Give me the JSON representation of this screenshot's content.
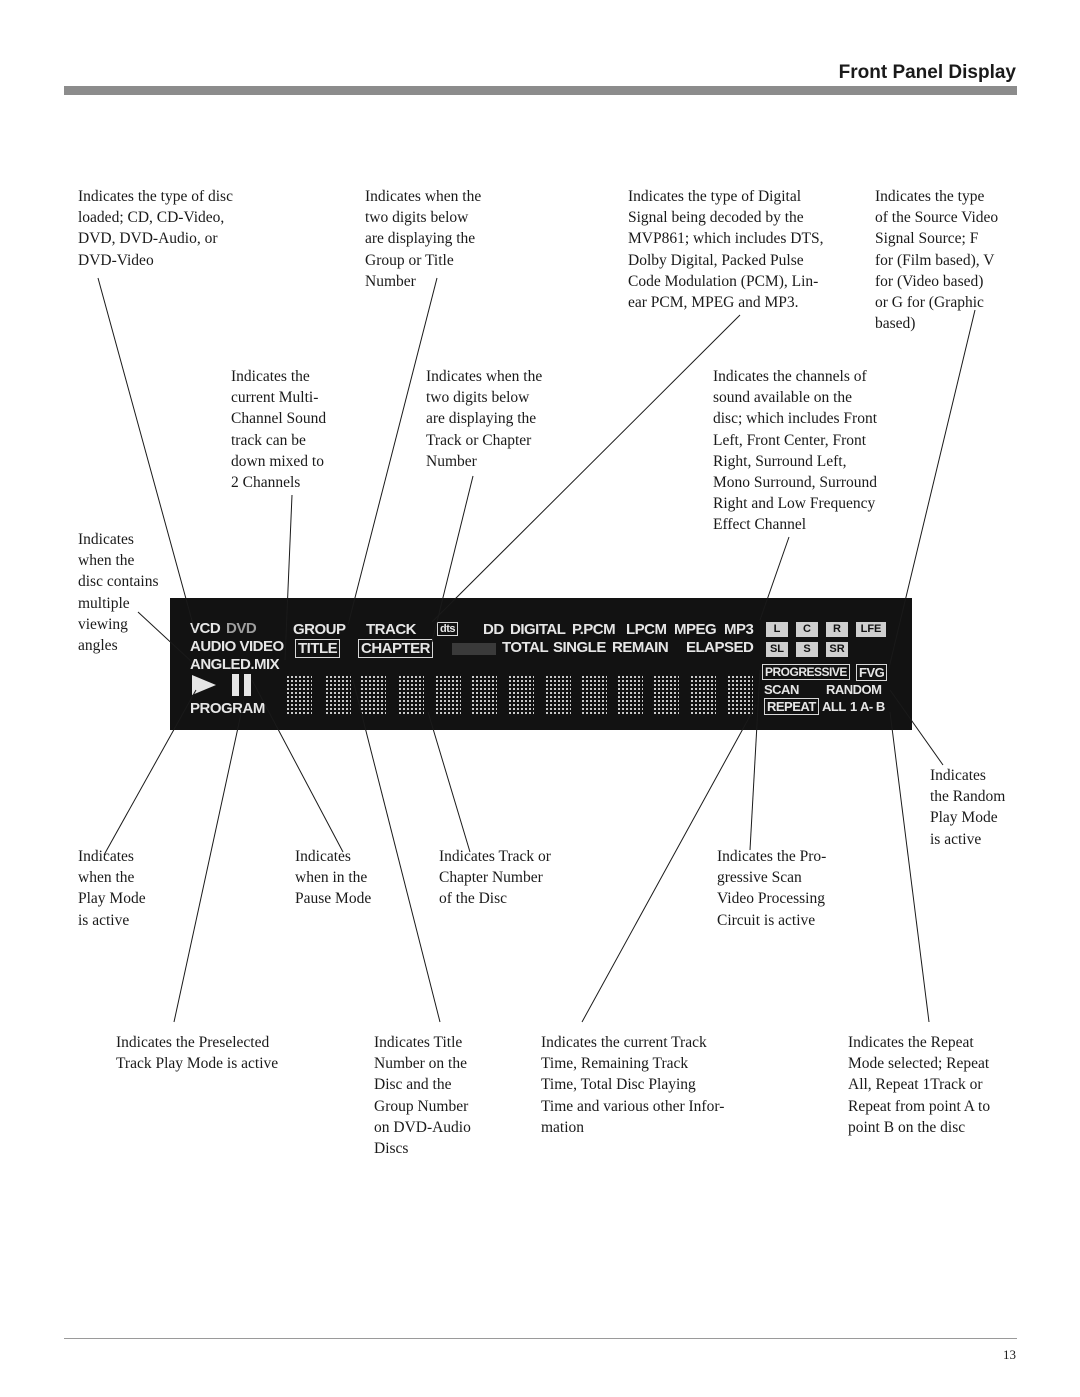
{
  "header": {
    "title": "Front Panel Display"
  },
  "footer": {
    "page_number": "13"
  },
  "callouts": {
    "disc_type": "Indicates the type of disc\nloaded; CD, CD-Video,\nDVD, DVD-Audio, or\nDVD-Video",
    "group_title": "Indicates when the\ntwo digits below\nare displaying the\nGroup or Title\nNumber",
    "digital_signal": "Indicates the type of Digital\nSignal being decoded by the\nMVP861; which includes DTS,\nDolby Digital, Packed Pulse\nCode Modulation (PCM), Lin-\near PCM, MPEG and MP3.",
    "source_video": "Indicates the type\nof the Source Video\nSignal Source; F\nfor (Film based), V\nfor (Video based)\nor G for (Graphic\nbased)",
    "downmix": "Indicates the\ncurrent Multi-\nChannel Sound\ntrack can be\ndown mixed to\n2 Channels",
    "track_chapter": "Indicates when the\ntwo digits below\nare displaying the\nTrack or Chapter\nNumber",
    "channels": "Indicates the channels of\nsound available on the\ndisc; which includes Front\nLeft, Front Center, Front\nRight, Surround Left,\nMono Surround, Surround\nRight and Low Frequency\nEffect Channel",
    "angles": "Indicates\nwhen the\ndisc contains\nmultiple\nviewing\nangles",
    "random": "Indicates\nthe Random\nPlay Mode\nis active",
    "play_mode": "Indicates\nwhen the\nPlay Mode\nis active",
    "pause_mode": "Indicates\nwhen in the\nPause Mode",
    "track_number": "Indicates Track or\nChapter Number\nof the Disc",
    "progressive": "Indicates the Pro-\ngressive Scan\nVideo Processing\nCircuit is active",
    "program": "Indicates the Preselected\nTrack Play Mode is active",
    "title_number": "Indicates Title\nNumber on the\nDisc and the\nGroup Number\non DVD-Audio\nDiscs",
    "time": "Indicates the current Track\nTime, Remaining Track\nTime, Total Disc Playing\nTime and various other Infor-\nmation",
    "repeat": "Indicates the Repeat\nMode selected; Repeat\nAll, Repeat 1Track or\nRepeat from point A to\npoint B on the disc"
  },
  "display": {
    "vcd": "VCD",
    "dvd": "DVD",
    "audio_video": "AUDIO VIDEO",
    "angle": "ANGLE",
    "dmix": "D.MIX",
    "program": "PROGRAM",
    "group": "GROUP",
    "title": "TITLE",
    "track": "TRACK",
    "chapter": "CHAPTER",
    "dts": "dts",
    "dolby": "DD",
    "digital": "DIGITAL",
    "ppcm": "P.PCM",
    "lpcm": "LPCM",
    "mpeg": "MPEG",
    "mp3": "MP3",
    "total": "TOTAL",
    "single": "SINGLE",
    "remain": "REMAIN",
    "elapsed": "ELAPSED",
    "ch_l": "L",
    "ch_c": "C",
    "ch_r": "R",
    "ch_lfe": "LFE",
    "ch_sl": "SL",
    "ch_s": "S",
    "ch_sr": "SR",
    "progressive": "PROGRESSIVE",
    "fvg": "FVG",
    "scan": "SCAN",
    "random": "RANDOM",
    "repeat": "REPEAT",
    "all": "ALL",
    "one": "1",
    "ab": "A- B"
  }
}
